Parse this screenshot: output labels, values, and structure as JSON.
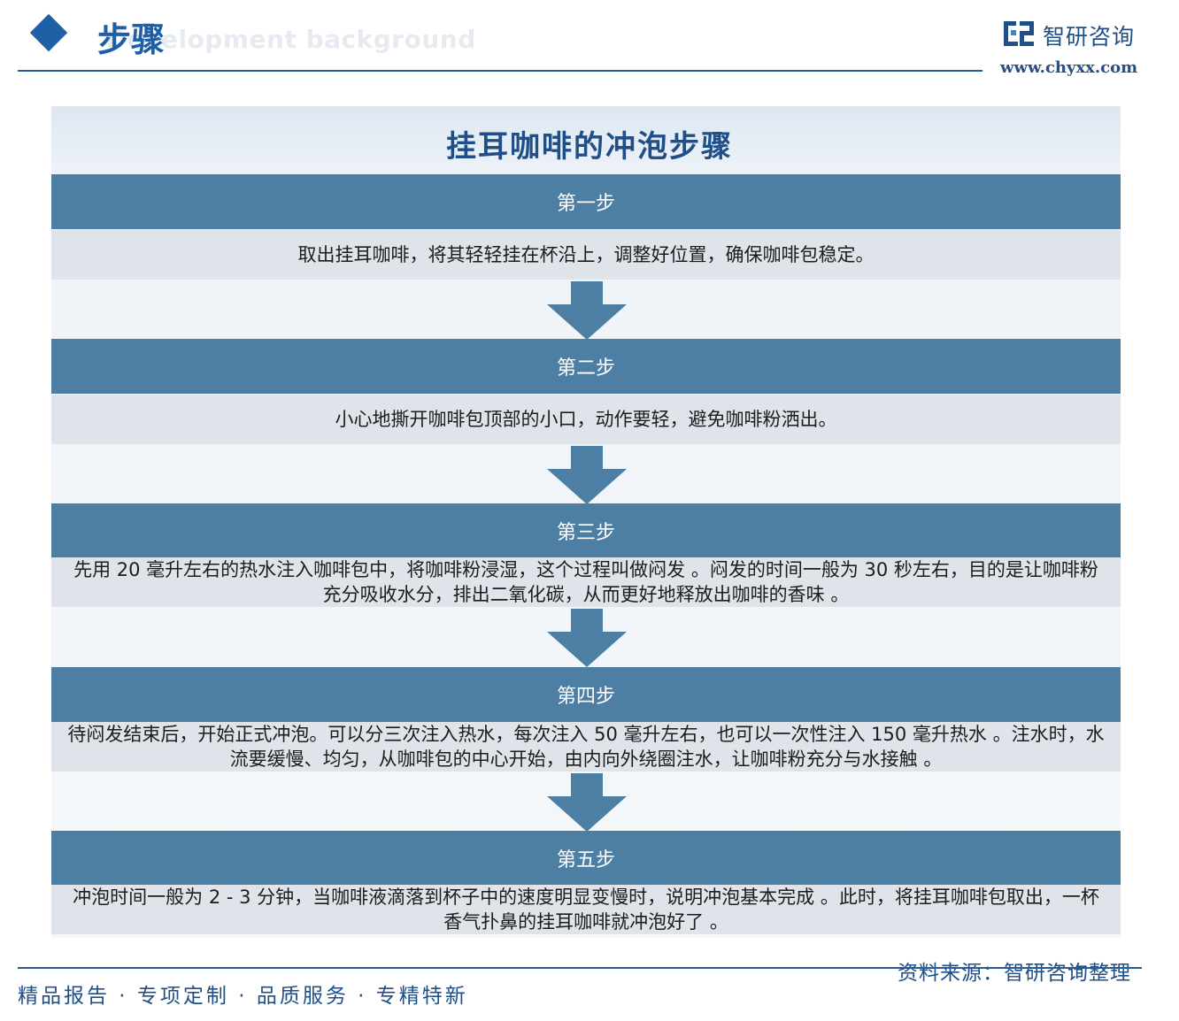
{
  "header": {
    "title": "步骤",
    "subtitle": "Development background",
    "brand_name": "智研咨询",
    "brand_url": "www.chyxx.com"
  },
  "panel": {
    "title": "挂耳咖啡的冲泡步骤",
    "steps": [
      {
        "label": "第一步",
        "text": "取出挂耳咖啡，将其轻轻挂在杯沿上，调整好位置，确保咖啡包稳定。"
      },
      {
        "label": "第二步",
        "text": "小心地撕开咖啡包顶部的小口，动作要轻，避免咖啡粉洒出。"
      },
      {
        "label": "第三步",
        "text": "先用 20 毫升左右的热水注入咖啡包中，将咖啡粉浸湿，这个过程叫做闷发 。闷发的时间一般为 30 秒左右，目的是让咖啡粉充分吸收水分，排出二氧化碳，从而更好地释放出咖啡的香味 。"
      },
      {
        "label": "第四步",
        "text": "待闷发结束后，开始正式冲泡。可以分三次注入热水，每次注入 50 毫升左右，也可以一次性注入 150 毫升热水 。注水时，水流要缓慢、均匀，从咖啡包的中心开始，由内向外绕圈注水，让咖啡粉充分与水接触 。"
      },
      {
        "label": "第五步",
        "text": "冲泡时间一般为 2 - 3 分钟，当咖啡液滴落到杯子中的速度明显变慢时，说明冲泡基本完成 。此时，将挂耳咖啡包取出，一杯香气扑鼻的挂耳咖啡就冲泡好了 。"
      }
    ]
  },
  "footer": {
    "tags": "精品报告 · 专项定制 · 品质服务 · 专精特新",
    "source": "资料来源：智研咨询整理"
  },
  "colors": {
    "brand_blue": "#1f5fa6",
    "step_header": "#4d7fa5",
    "step_body": "#dfe4ea",
    "arrow": "#4d7fa5"
  }
}
